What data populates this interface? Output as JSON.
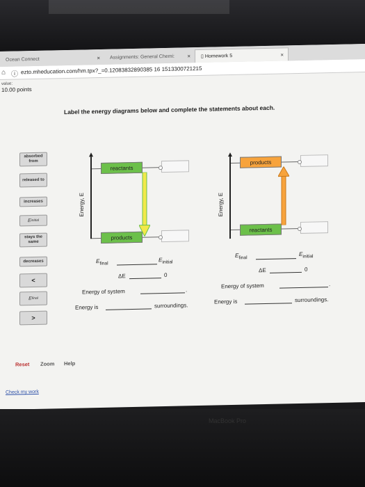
{
  "browser": {
    "tabs": [
      {
        "label": "Ocean Connect",
        "close": "×"
      },
      {
        "label": "Assignments: General Chemi:",
        "close": "×"
      },
      {
        "label": "Homework 5",
        "close": "×"
      }
    ],
    "url": "ezto.mheducation.com/hm.tpx?_=0.12083832890385 16 1513300721215"
  },
  "question": {
    "value_label": "value:",
    "points": "10.00 points",
    "instruction": "Label the energy diagrams below and complete the statements about each."
  },
  "chips": [
    {
      "label": "absorbed from"
    },
    {
      "label": "released to"
    },
    {
      "label": "increases"
    },
    {
      "label": "E",
      "sub": "initial"
    },
    {
      "label": "stays the same"
    },
    {
      "label": "decreases"
    },
    {
      "label": "<"
    },
    {
      "label": "E",
      "sub": "final"
    },
    {
      "label": ">"
    }
  ],
  "diagram_left": {
    "axis": "Energy, E",
    "top_state": "reactants",
    "bottom_state": "products",
    "colors": {
      "top": "#6cc04a",
      "bottom": "#6cc04a",
      "arrow": "#f2e94a"
    }
  },
  "diagram_right": {
    "axis": "Energy, E",
    "top_state": "products",
    "bottom_state": "reactants",
    "colors": {
      "top": "#f7a33c",
      "bottom": "#6cc04a",
      "arrow": "#f7a33c"
    }
  },
  "statements": {
    "e": "E",
    "final": "final",
    "initial": "initial",
    "delta_e": "ΔE",
    "zero": "0",
    "energy_of_system": "Energy of system",
    "energy_is": "Energy is",
    "surroundings": "surroundings.",
    "period": "."
  },
  "footer": {
    "reset": "Reset",
    "zoom": "Zoom",
    "help": "Help",
    "check": "Check my work"
  },
  "device": {
    "brand": "MacBook Pro"
  }
}
